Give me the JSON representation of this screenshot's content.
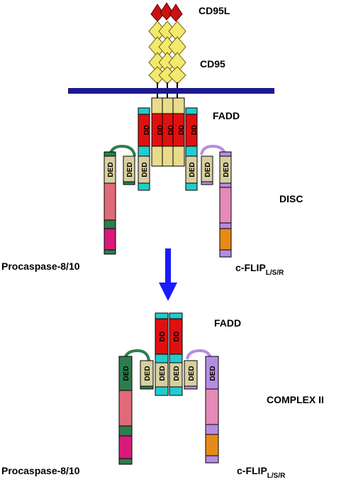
{
  "labels": {
    "ligand": "CD95L",
    "receptor": "CD95",
    "adaptor_top": "FADD",
    "disc": "DISC",
    "procaspase_top": "Procaspase-8/10",
    "flip_top_main": "c-FLIP",
    "flip_top_sub": "L/S/R",
    "adaptor_bottom": "FADD",
    "complex": "COMPLEX II",
    "procaspase_bottom": "Procaspase-8/10",
    "flip_bottom_main": "c-FLIP",
    "flip_bottom_sub": "L/S/R"
  },
  "domain_labels": {
    "ded": "DED",
    "dd": "DD"
  },
  "colors": {
    "membrane": "#1a1a8c",
    "ligand": "#cc1111",
    "receptor": "#f5e96b",
    "receptor_column": "#e8dc8a",
    "death_domain": "#e01010",
    "fadd_ded": "#22cccc",
    "ded_fill": "#d8cfa0",
    "procaspase_dark": "#2e7d4f",
    "procaspase_pink": "#e06a78",
    "procaspase_magenta": "#d81b7a",
    "flip_lilac": "#b58de0",
    "flip_pink": "#e68ab8",
    "flip_orange": "#e88a1a",
    "arrow": "#1a1aff"
  }
}
